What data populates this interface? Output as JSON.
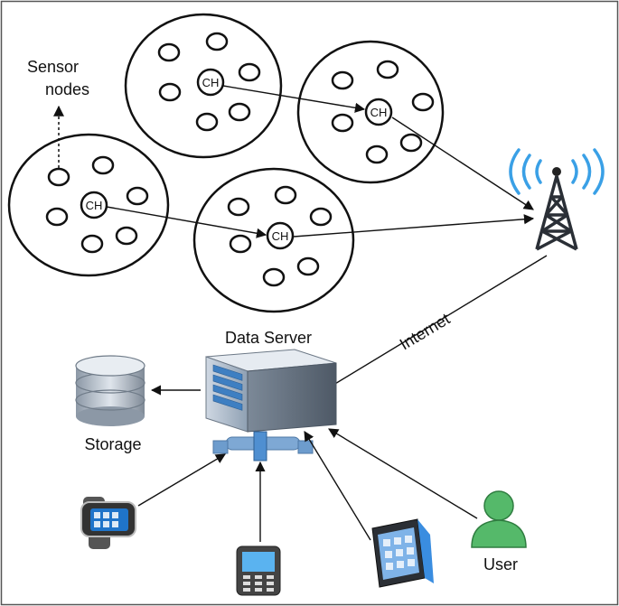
{
  "labels": {
    "sensor": "Sensor",
    "nodes": "nodes",
    "data_server": "Data Server",
    "internet": "Internet",
    "storage": "Storage",
    "user": "User",
    "cluster_head": "CH"
  },
  "clusters": [
    {
      "name": "cluster-left",
      "head": "CH"
    },
    {
      "name": "cluster-top",
      "head": "CH"
    },
    {
      "name": "cluster-right",
      "head": "CH"
    },
    {
      "name": "cluster-bottom",
      "head": "CH"
    }
  ],
  "colors": {
    "line": "#111111",
    "signal": "#3aa0e6",
    "server_blue": "#3e7fc2",
    "user_green": "#55b96a",
    "storage": "#9ba7b4",
    "phone": "#444444"
  },
  "icons": [
    "antenna-tower-icon",
    "server-icon",
    "storage-database-icon",
    "user-icon",
    "smartwatch-icon",
    "mobile-phone-icon",
    "tablet-icon",
    "network-hub-icon"
  ]
}
